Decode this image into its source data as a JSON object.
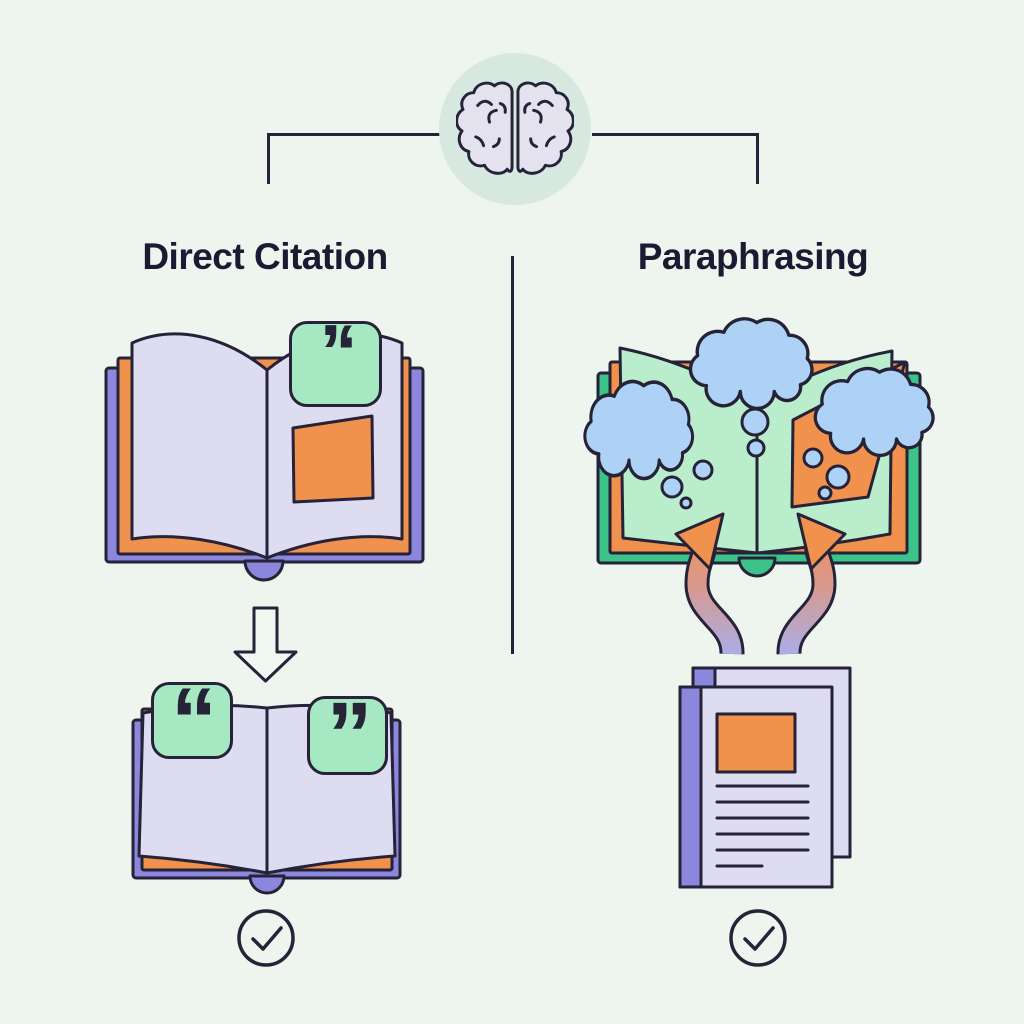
{
  "page": {
    "background": "#edf5ee"
  },
  "colors": {
    "background": "#edf5ee",
    "ink": "#262238",
    "heading": "#1d1932",
    "purple": "#8b87dd",
    "orange": "#f0914e",
    "lavender": "#dedcf0",
    "mint": "#a6e8c2",
    "brain_bg": "#d7e8e1",
    "brain_fill": "#e3e2ee",
    "green_cover": "#3cc389",
    "green_pages": "#b9edcb",
    "cloud": "#aed2f5",
    "arrow_violet": "#a9aee9",
    "arrow_light": "#f1f8f2"
  },
  "header": {
    "icon": "brain-icon"
  },
  "left_section": {
    "title": "Direct Citation",
    "source_book": {
      "icon": "open-book-icon",
      "quote_badge": "’‘"
    },
    "transform_icon": "down-arrow-icon",
    "result_book": {
      "icon": "open-book-icon",
      "open_quote_badge": "“",
      "close_quote_badge": "”"
    },
    "status_icon": "check-icon",
    "status_glyph": "✓"
  },
  "right_section": {
    "title": "Paraphrasing",
    "source_book": {
      "icon": "open-book-with-thought-clouds-icon",
      "clouds_count": 3
    },
    "result_document": {
      "icon": "document-icon",
      "text_lines_count": 6
    },
    "status_icon": "check-icon",
    "status_glyph": "✓"
  }
}
